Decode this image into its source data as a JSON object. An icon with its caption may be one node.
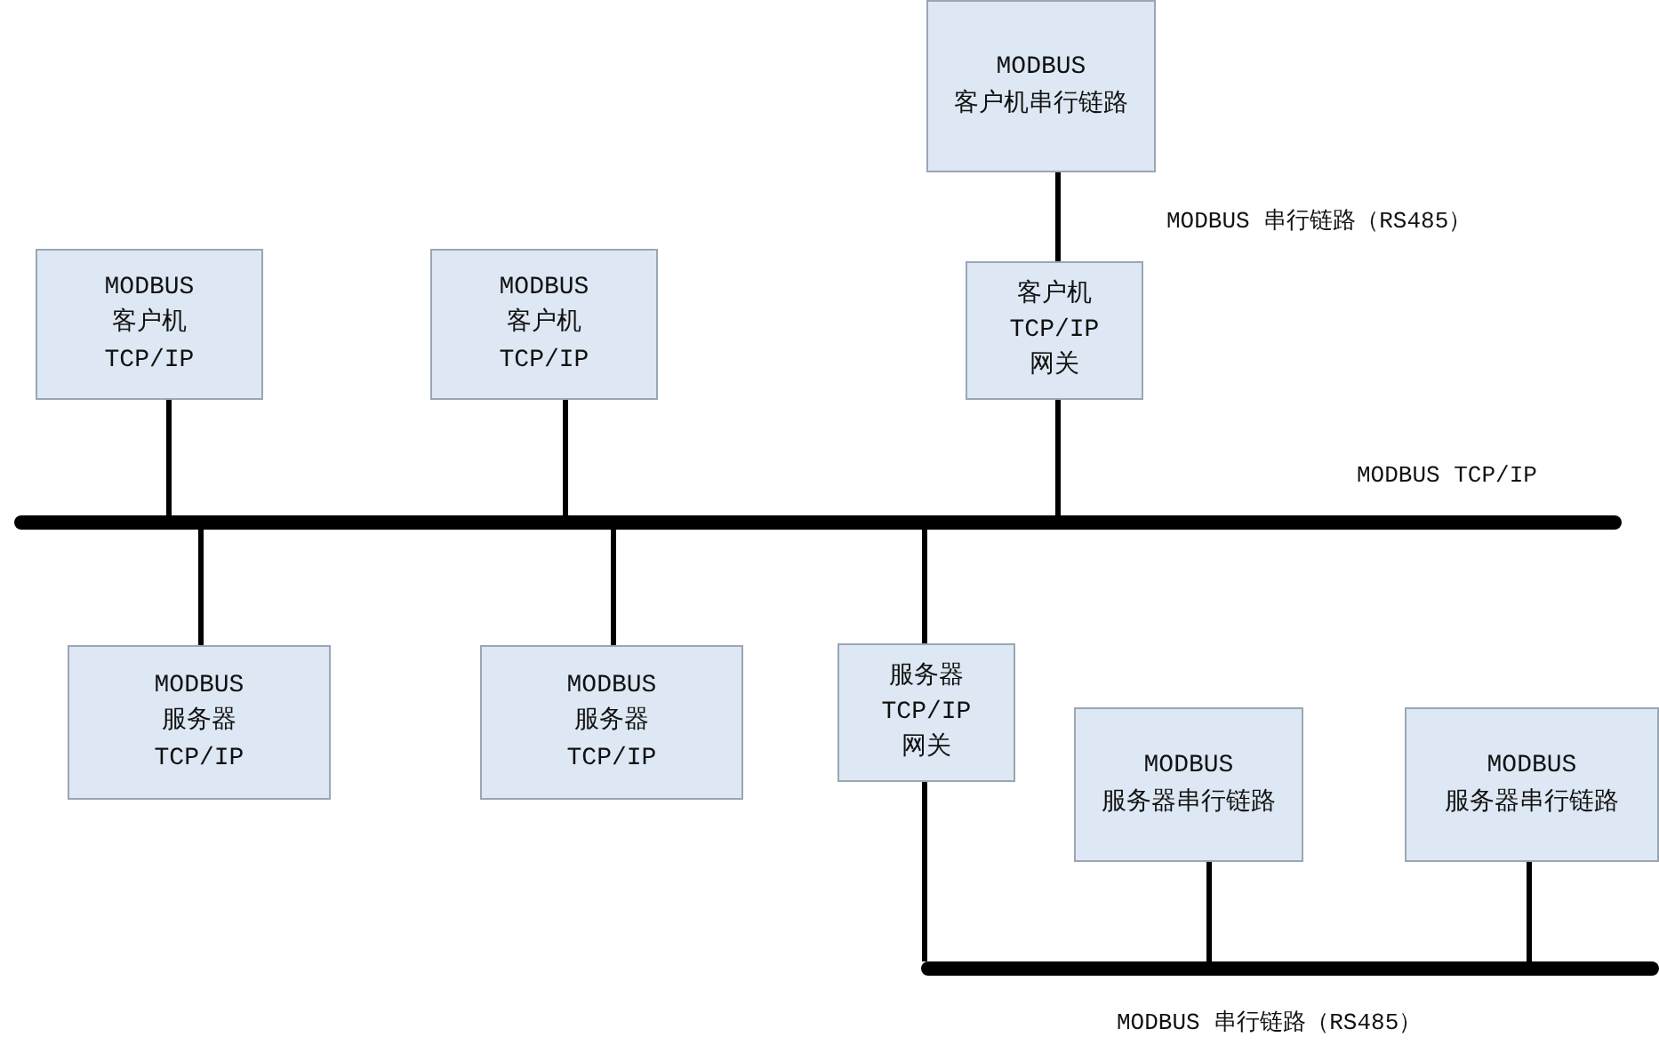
{
  "diagram": {
    "nodes": [
      {
        "text": [
          "MODBUS 客户机 TCP/IP"
        ]
      },
      {
        "text": [
          "MODBUS 客户机 TCP/IP"
        ]
      },
      {
        "text": [
          "MODBUS 客户机串行链路"
        ]
      },
      {
        "text": [
          "客户机 TCP/IP 网关"
        ]
      },
      {
        "text": [],
        "shape": "bar"
      },
      {
        "text": [
          "MODBUS 服务器 TCP/IP"
        ]
      },
      {
        "text": [
          "MODBUS 服务器 TCP/IP"
        ]
      },
      {
        "text": [
          "服务器 TCP/IP 网关"
        ]
      },
      {
        "text": [
          "MODBUS 服务器串行链路"
        ]
      },
      {
        "text": [
          "MODBUS 服务器串行链路"
        ]
      },
      {
        "text": [],
        "shape": "bar"
      }
    ],
    "edges": [
      {
        "from": 0,
        "to": 4,
        "arrow": "none"
      },
      {
        "from": 1,
        "to": 4,
        "arrow": "none"
      },
      {
        "from": 2,
        "to": 3,
        "arrow": "none"
      },
      {
        "from": 3,
        "to": 4,
        "arrow": "none"
      },
      {
        "from": 4,
        "to": 5,
        "arrow": "none"
      },
      {
        "from": 4,
        "to": 6,
        "arrow": "none"
      },
      {
        "from": 4,
        "to": 7,
        "arrow": "none"
      },
      {
        "from": 7,
        "to": 10,
        "arrow": "none"
      },
      {
        "from": 8,
        "to": 10,
        "arrow": "none"
      },
      {
        "from": 9,
        "to": 10,
        "arrow": "none"
      }
    ],
    "labels": [
      "MODBUS 串行链路（RS485）",
      "MODBUS TCP/IP",
      "MODBUS 串行链路（RS485）"
    ]
  }
}
